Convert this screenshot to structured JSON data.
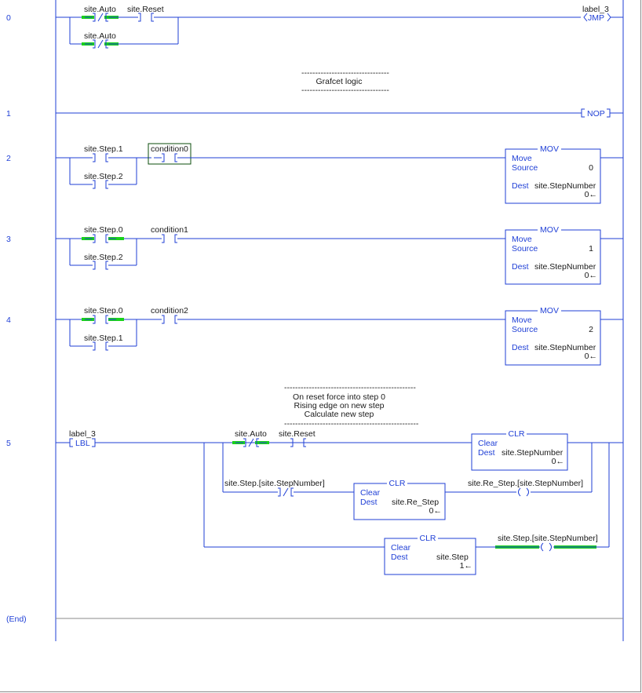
{
  "colors": {
    "wire": "#1f3fd6",
    "energized": "#19d219",
    "text": "#1a1a1a",
    "selection": "#0b4d0b"
  },
  "rungs": {
    "r0": "0",
    "r1": "1",
    "r2": "2",
    "r3": "3",
    "r4": "4",
    "r5": "5",
    "end": "(End)"
  },
  "rung0": {
    "xic_auto": "site.Auto",
    "xic_reset": "site.Reset",
    "xio_auto_branch": "site.Auto",
    "jump_target": "label_3",
    "jump_label": "JMP"
  },
  "comment1": {
    "dashes": "--------------------------------",
    "line1": "Grafcet logic"
  },
  "rung1": {
    "nop_label": "NOP"
  },
  "rung2": {
    "xic_step1": "site.Step.1",
    "xic_step2": "site.Step.2",
    "xic_cond": "condition0",
    "block": {
      "name": "MOV",
      "title": "Move",
      "src_label": "Source",
      "src_value": "0",
      "dest_label": "Dest",
      "dest_tag": "site.StepNumber",
      "dest_value": "0←"
    }
  },
  "rung3": {
    "xic_step0": "site.Step.0",
    "xic_step2": "site.Step.2",
    "xic_cond": "condition1",
    "block": {
      "name": "MOV",
      "title": "Move",
      "src_label": "Source",
      "src_value": "1",
      "dest_label": "Dest",
      "dest_tag": "site.StepNumber",
      "dest_value": "0←"
    }
  },
  "rung4": {
    "xic_step0": "site.Step.0",
    "xic_step1": "site.Step.1",
    "xic_cond": "condition2",
    "block": {
      "name": "MOV",
      "title": "Move",
      "src_label": "Source",
      "src_value": "2",
      "dest_label": "Dest",
      "dest_tag": "site.StepNumber",
      "dest_value": "0←"
    }
  },
  "comment5": {
    "dashes_top": "------------------------------------------------",
    "line1": "On reset force into step 0",
    "line2": "Rising edge on new step",
    "line3": "Calculate new step",
    "dashes_bottom": "-------------------------------------------------"
  },
  "rung5": {
    "lbl_name": "label_3",
    "lbl_text": "LBL",
    "xio_auto": "site.Auto",
    "xic_reset": "site.Reset",
    "clr1": {
      "name": "CLR",
      "title": "Clear",
      "dest_label": "Dest",
      "dest_tag": "site.StepNumber",
      "dest_value": "0←"
    },
    "xio_step": "site.Step.[site.StepNumber]",
    "clr2": {
      "name": "CLR",
      "title": "Clear",
      "dest_label": "Dest",
      "dest_tag": "site.Re_Step",
      "dest_value": "0←"
    },
    "ote_restep": "site.Re_Step.[site.StepNumber]",
    "clr3": {
      "name": "CLR",
      "title": "Clear",
      "dest_label": "Dest",
      "dest_tag": "site.Step",
      "dest_value": "1←"
    },
    "otl_step": "site.Step.[site.StepNumber]"
  }
}
